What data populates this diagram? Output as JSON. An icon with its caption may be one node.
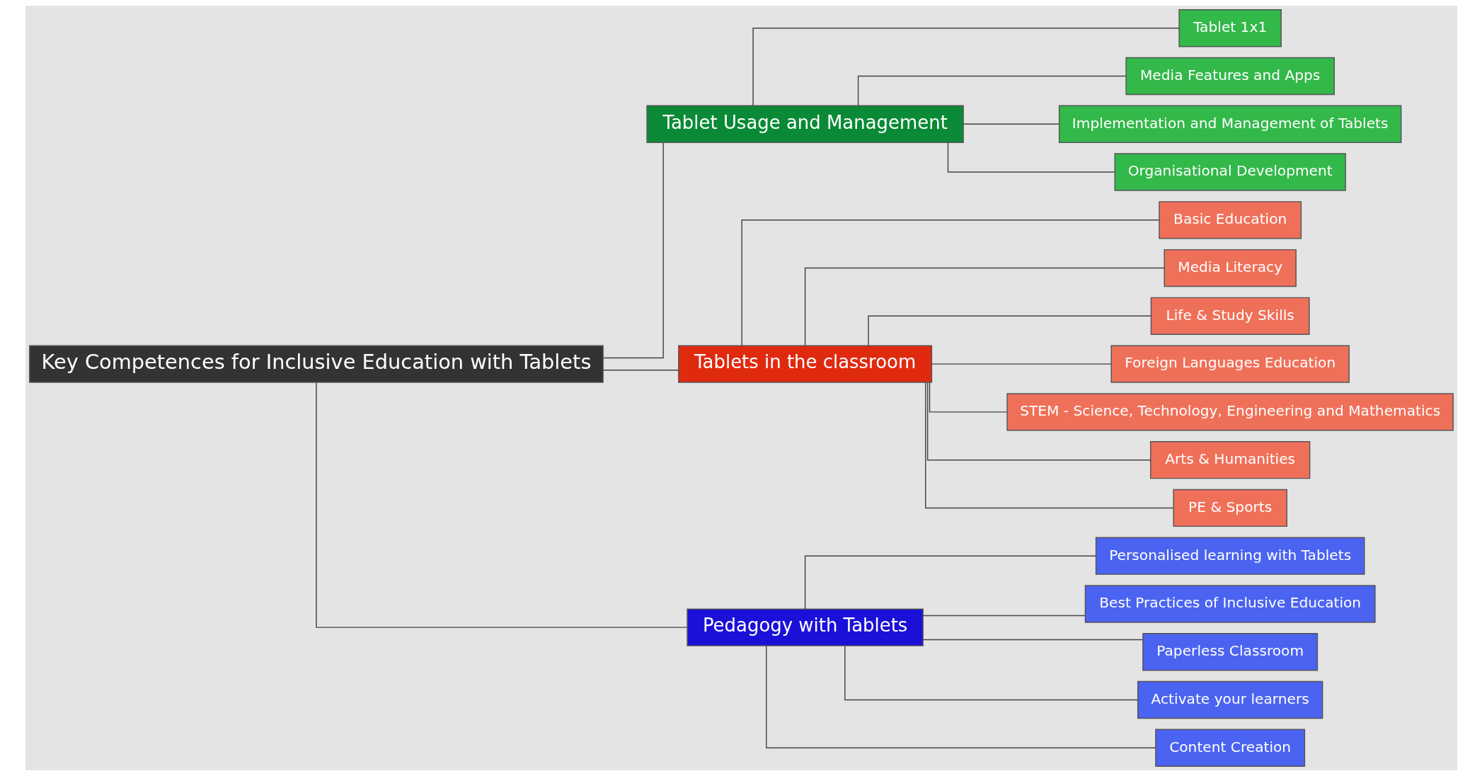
{
  "diagram": {
    "nodes": [
      {
        "text": [
          "Key Competences for Inclusive Education with Tablets"
        ]
      },
      {
        "text": [
          "Tablet Usage and Management"
        ]
      },
      {
        "text": [
          "Tablet 1x1"
        ]
      },
      {
        "text": [
          "Media Features and Apps"
        ]
      },
      {
        "text": [
          "Implementation and Management of Tablets"
        ]
      },
      {
        "text": [
          "Organisational Development"
        ]
      },
      {
        "text": [
          "Tablets in the classroom"
        ]
      },
      {
        "text": [
          "Basic Education"
        ]
      },
      {
        "text": [
          "Media Literacy"
        ]
      },
      {
        "text": [
          "Life & Study Skills"
        ]
      },
      {
        "text": [
          "Foreign Languages Education"
        ]
      },
      {
        "text": [
          "STEM - Science, Technology, Engineering and Mathematics"
        ]
      },
      {
        "text": [
          "Arts & Humanities"
        ]
      },
      {
        "text": [
          "PE & Sports"
        ]
      },
      {
        "text": [
          "Pedagogy with Tablets"
        ]
      },
      {
        "text": [
          "Personalised learning with Tablets"
        ]
      },
      {
        "text": [
          "Best Practices of Inclusive Education"
        ]
      },
      {
        "text": [
          "Paperless Classroom"
        ]
      },
      {
        "text": [
          "Activate your learners"
        ]
      },
      {
        "text": [
          "Content Creation"
        ]
      }
    ],
    "edges": [
      {
        "from": 0,
        "to": 1,
        "arrow": "none"
      },
      {
        "from": 0,
        "to": 6,
        "arrow": "none"
      },
      {
        "from": 0,
        "to": 14,
        "arrow": "none"
      },
      {
        "from": 1,
        "to": 2,
        "arrow": "none"
      },
      {
        "from": 1,
        "to": 3,
        "arrow": "none"
      },
      {
        "from": 1,
        "to": 4,
        "arrow": "none"
      },
      {
        "from": 1,
        "to": 5,
        "arrow": "none"
      },
      {
        "from": 6,
        "to": 7,
        "arrow": "none"
      },
      {
        "from": 6,
        "to": 8,
        "arrow": "none"
      },
      {
        "from": 6,
        "to": 9,
        "arrow": "none"
      },
      {
        "from": 6,
        "to": 10,
        "arrow": "none"
      },
      {
        "from": 6,
        "to": 11,
        "arrow": "none"
      },
      {
        "from": 6,
        "to": 12,
        "arrow": "none"
      },
      {
        "from": 6,
        "to": 13,
        "arrow": "none"
      },
      {
        "from": 14,
        "to": 15,
        "arrow": "none"
      },
      {
        "from": 14,
        "to": 16,
        "arrow": "none"
      },
      {
        "from": 14,
        "to": 17,
        "arrow": "none"
      },
      {
        "from": 14,
        "to": 18,
        "arrow": "none"
      },
      {
        "from": 14,
        "to": 19,
        "arrow": "none"
      }
    ]
  }
}
